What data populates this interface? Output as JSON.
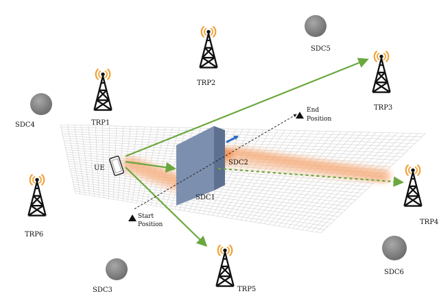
{
  "colors": {
    "green": "#6aa83e",
    "orange_glow": "#f5a36b",
    "wall_front": "#7d8fae",
    "wall_side": "#5e7090",
    "sdc_gray": "#8c8c8c",
    "tower": "#111111",
    "signal": "#f0a030",
    "grid": "#d0d0d0",
    "arrow_blue": "#2e6fc0"
  },
  "trps": [
    {
      "id": "trp1",
      "label": "TRP1"
    },
    {
      "id": "trp2",
      "label": "TRP2"
    },
    {
      "id": "trp3",
      "label": "TRP3"
    },
    {
      "id": "trp4",
      "label": "TRP4"
    },
    {
      "id": "trp5",
      "label": "TRP5"
    },
    {
      "id": "trp6",
      "label": "TRP6"
    }
  ],
  "sdcs": [
    {
      "id": "sdc1",
      "label": "SDC1"
    },
    {
      "id": "sdc2",
      "label": "SDC2"
    },
    {
      "id": "sdc3",
      "label": "SDC3"
    },
    {
      "id": "sdc4",
      "label": "SDC4"
    },
    {
      "id": "sdc5",
      "label": "SDC5"
    },
    {
      "id": "sdc6",
      "label": "SDC6"
    }
  ],
  "ue": {
    "label": "UE"
  },
  "start": {
    "line1": "Start",
    "line2": "Position"
  },
  "end": {
    "line1": "End",
    "line2": "Position"
  }
}
